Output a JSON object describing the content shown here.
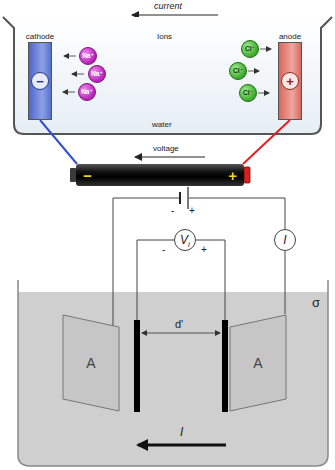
{
  "diagram": {
    "nodes": [
      {
        "text": [
          "cathode",
          "−"
        ]
      },
      {
        "text": [
          "Na⁺"
        ]
      },
      {
        "text": [
          "Na⁺"
        ]
      },
      {
        "text": [
          "Na⁺"
        ]
      },
      {
        "text": [
          "Cl⁻"
        ]
      },
      {
        "text": [
          "Cl⁻"
        ]
      },
      {
        "text": [
          "Cl⁻"
        ]
      },
      {
        "text": [
          "anode",
          "+"
        ]
      },
      {
        "text": [
          "−",
          "+"
        ]
      },
      {
        "text": [
          "V",
          "i"
        ]
      },
      {
        "text": [
          "I"
        ]
      },
      {
        "text": [
          "A"
        ]
      },
      {
        "text": [
          "A"
        ]
      }
    ],
    "edges": [
      {
        "from": 0,
        "to": 8,
        "arrow": "none"
      },
      {
        "from": 7,
        "to": 8,
        "arrow": "none"
      },
      {
        "from": 10,
        "to": 12,
        "arrow": "none"
      }
    ],
    "labels": [
      "current",
      "Ions",
      "water",
      "voltage",
      "-",
      "+",
      "-",
      "+",
      "d'",
      "I",
      "σ"
    ]
  }
}
